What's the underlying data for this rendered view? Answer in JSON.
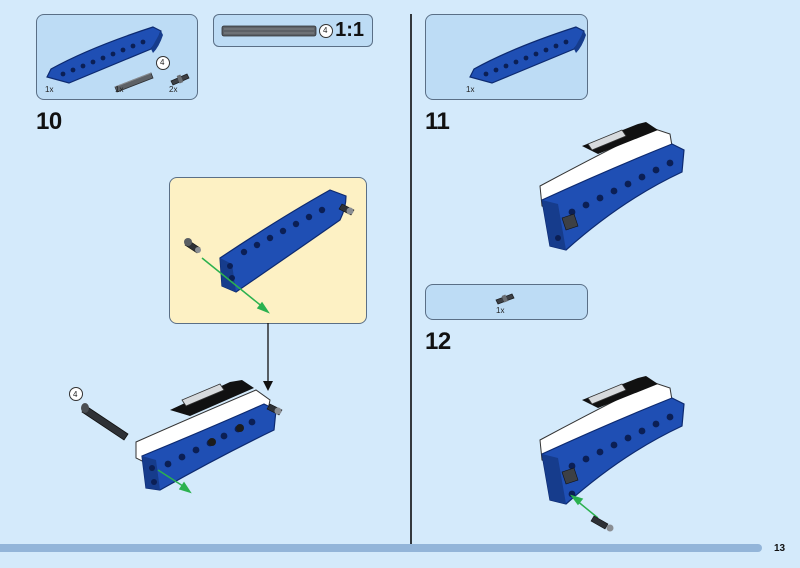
{
  "steps": [
    {
      "number": "10",
      "parts": [
        {
          "qty": "1x",
          "icon": "blue-wing-beam-icon"
        },
        {
          "qty": "1x",
          "icon": "axle-icon",
          "callout": "4"
        },
        {
          "qty": "2x",
          "icon": "pin-icon"
        }
      ],
      "scale": {
        "callout": "4",
        "label": "1:1"
      },
      "assembly_callout": "4"
    },
    {
      "number": "11",
      "parts": [
        {
          "qty": "1x",
          "icon": "blue-wing-beam-icon"
        }
      ]
    },
    {
      "number": "12",
      "parts": [
        {
          "qty": "1x",
          "icon": "pin-icon"
        }
      ]
    }
  ],
  "page_number": "13",
  "colors": {
    "background": "#d4eafb",
    "parts_box": "#bddcf5",
    "callout_box": "#fdf1c4",
    "brick_blue": "#1f4fb4",
    "arrow_green": "#2bb14f",
    "bottom_bar": "#93b5d9"
  }
}
